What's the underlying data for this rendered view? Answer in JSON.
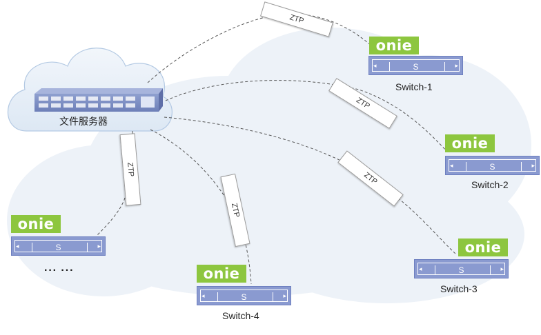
{
  "server": {
    "label": "文件服务器",
    "icon": "server-rack-icon"
  },
  "ztp_text": "ZTP",
  "onie_text": "onie",
  "switch_letter": "S",
  "switches": [
    {
      "id": "switch-1",
      "label": "Switch-1"
    },
    {
      "id": "switch-2",
      "label": "Switch-2"
    },
    {
      "id": "switch-3",
      "label": "Switch-3"
    },
    {
      "id": "switch-4",
      "label": "Switch-4"
    },
    {
      "id": "switch-5",
      "label": ""
    }
  ],
  "more_text": "··· ···",
  "colors": {
    "cloud": "#e6eef8",
    "cloud_edge": "#b6cde6",
    "switch": "#8a9ad0",
    "onie": "#8dc63f",
    "link": "#555555"
  }
}
